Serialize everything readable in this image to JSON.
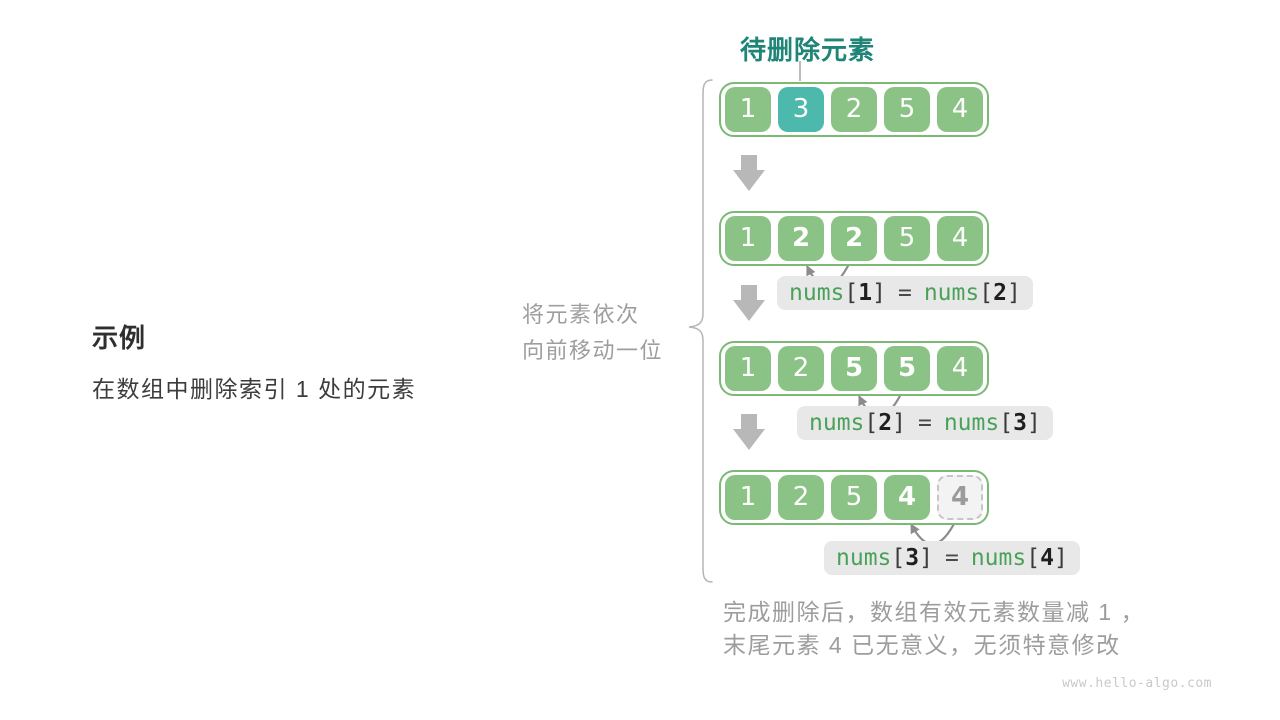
{
  "annotation": {
    "title": "待删除元素"
  },
  "example": {
    "heading": "示例",
    "description": "在数组中删除索引 1 处的元素"
  },
  "side_note": {
    "line1": "将元素依次",
    "line2": "向前移动一位"
  },
  "arrays": [
    {
      "cells": [
        {
          "value": "1",
          "state": "normal"
        },
        {
          "value": "3",
          "state": "target"
        },
        {
          "value": "2",
          "state": "normal"
        },
        {
          "value": "5",
          "state": "normal"
        },
        {
          "value": "4",
          "state": "normal"
        }
      ]
    },
    {
      "cells": [
        {
          "value": "1",
          "state": "normal"
        },
        {
          "value": "2",
          "state": "moved"
        },
        {
          "value": "2",
          "state": "moved"
        },
        {
          "value": "5",
          "state": "normal"
        },
        {
          "value": "4",
          "state": "normal"
        }
      ]
    },
    {
      "cells": [
        {
          "value": "1",
          "state": "normal"
        },
        {
          "value": "2",
          "state": "normal"
        },
        {
          "value": "5",
          "state": "moved"
        },
        {
          "value": "5",
          "state": "moved"
        },
        {
          "value": "4",
          "state": "normal"
        }
      ]
    },
    {
      "cells": [
        {
          "value": "1",
          "state": "normal"
        },
        {
          "value": "2",
          "state": "normal"
        },
        {
          "value": "5",
          "state": "normal"
        },
        {
          "value": "4",
          "state": "moved"
        },
        {
          "value": "4",
          "state": "ghost"
        }
      ]
    }
  ],
  "assignments": [
    {
      "fn": "nums",
      "open": "[",
      "close": "]",
      "eq": "=",
      "lhs_index": "1",
      "rhs_index": "2"
    },
    {
      "fn": "nums",
      "open": "[",
      "close": "]",
      "eq": "=",
      "lhs_index": "2",
      "rhs_index": "3"
    },
    {
      "fn": "nums",
      "open": "[",
      "close": "]",
      "eq": "=",
      "lhs_index": "3",
      "rhs_index": "4"
    }
  ],
  "footer_note": {
    "line1": "完成删除后，数组有效元素数量减 1 ，",
    "line2": "末尾元素 4 已无意义，无须特意修改"
  },
  "watermark": "www.hello-algo.com",
  "colors": {
    "cell_green": "#8bc285",
    "cell_highlight_teal": "#4cb9ac",
    "array_border_green": "#7cb974",
    "title_teal": "#1f8577",
    "code_green": "#4aa25a",
    "label_background": "#e8e8e8",
    "muted_text": "#9d9d9d",
    "dark_text": "#333333",
    "down_arrow_gray": "#b8b8b8",
    "arc_arrow_gray": "#8c8c8c",
    "ghost_cell_border": "#c6c6c6",
    "watermark_gray": "#c9c9c9"
  }
}
